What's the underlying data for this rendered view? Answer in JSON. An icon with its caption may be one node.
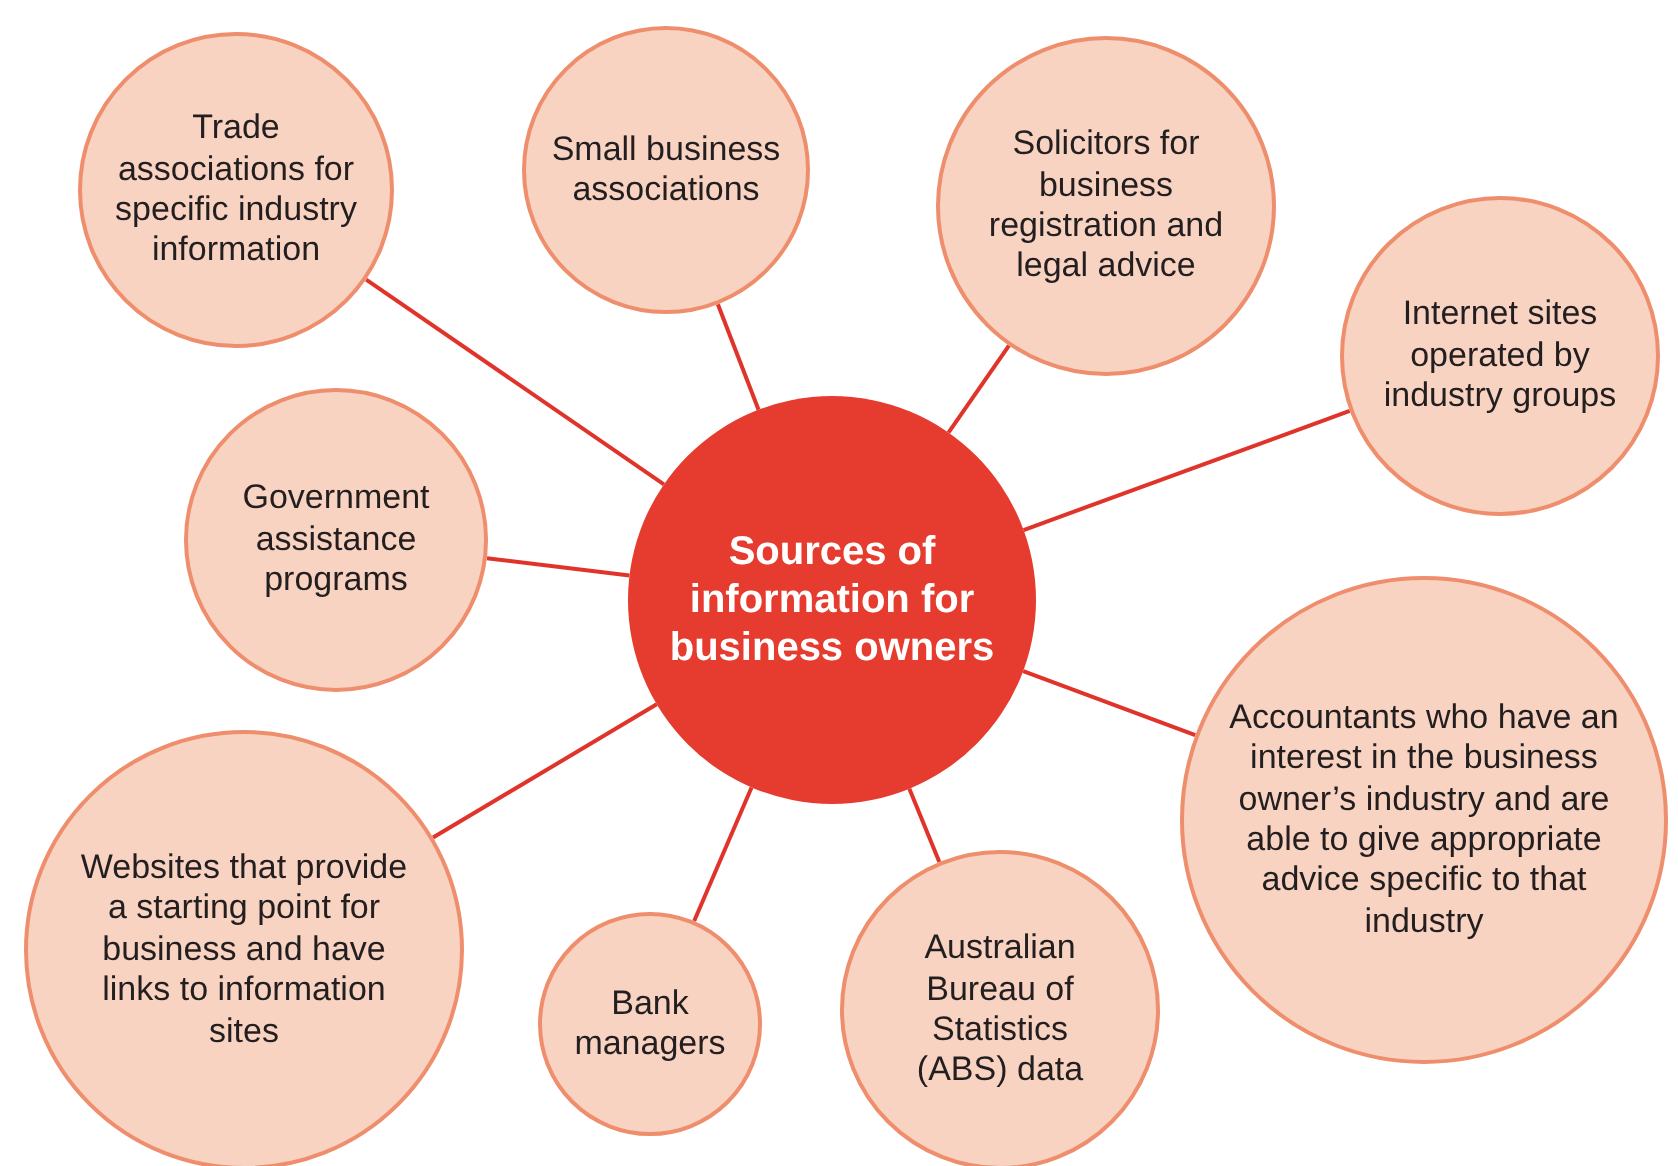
{
  "diagram": {
    "nodes": [
      {
        "text": [
          "Sources of information for business owners"
        ]
      },
      {
        "text": [
          "Trade associations for specific industry information"
        ]
      },
      {
        "text": [
          "Small business associations"
        ]
      },
      {
        "text": [
          "Solicitors for business registration and legal advice"
        ]
      },
      {
        "text": [
          "Internet sites operated by industry groups"
        ]
      },
      {
        "text": [
          "Government assistance programs"
        ]
      },
      {
        "text": [
          "Accountants who have an interest in the business owner’s industry and are able to give appropriate advice specific to that industry"
        ]
      },
      {
        "text": [
          "Websites that provide a starting point for business and have links to information sites"
        ]
      },
      {
        "text": [
          "Bank managers"
        ]
      },
      {
        "text": [
          "Australian Bureau of Statistics (ABS) data"
        ]
      }
    ],
    "edges": [
      {
        "from": 0,
        "to": 1,
        "arrow": "none"
      },
      {
        "from": 0,
        "to": 2,
        "arrow": "none"
      },
      {
        "from": 0,
        "to": 3,
        "arrow": "none"
      },
      {
        "from": 0,
        "to": 4,
        "arrow": "none"
      },
      {
        "from": 0,
        "to": 5,
        "arrow": "none"
      },
      {
        "from": 0,
        "to": 6,
        "arrow": "none"
      },
      {
        "from": 0,
        "to": 7,
        "arrow": "none"
      },
      {
        "from": 0,
        "to": 8,
        "arrow": "none"
      },
      {
        "from": 0,
        "to": 9,
        "arrow": "none"
      }
    ]
  }
}
